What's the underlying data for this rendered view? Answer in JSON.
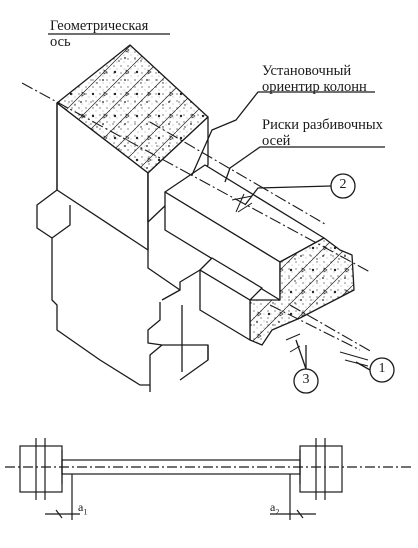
{
  "labels": {
    "geometric_axis_1": "Геометрическая",
    "geometric_axis_2": "ось",
    "column_marker_1": "Установочный",
    "column_marker_2": "ориентир колонн",
    "axis_marks_1": "Риски разбивочных",
    "axis_marks_2": "осей"
  },
  "callouts": {
    "c1": "1",
    "c2": "2",
    "c3": "3"
  },
  "dimensions": {
    "a1": "a",
    "a1_sub": "1",
    "a2": "a",
    "a2_sub": "2"
  }
}
